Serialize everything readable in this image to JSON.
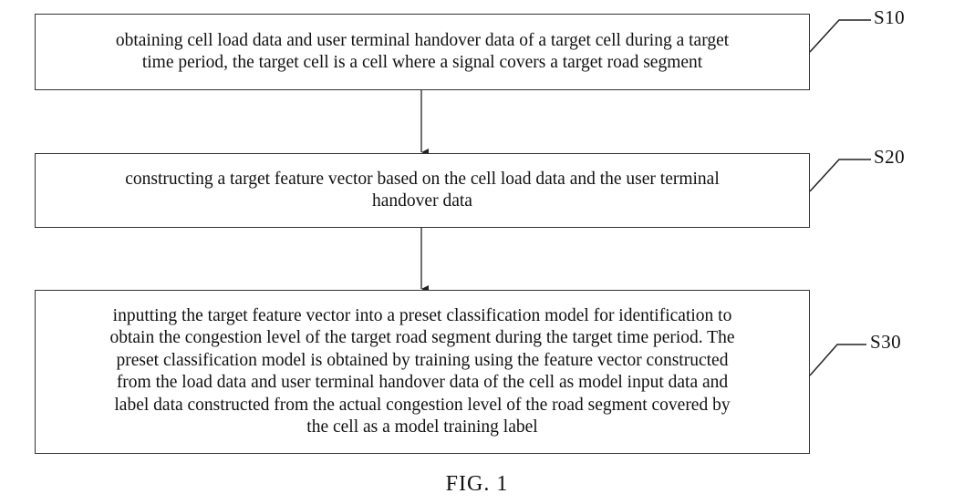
{
  "steps": [
    {
      "label": "S10",
      "text": "obtaining cell load data and user terminal handover data of a target cell during a target\ntime period, the target cell is a cell where a signal covers a target road segment"
    },
    {
      "label": "S20",
      "text": "constructing a target feature vector based on the cell load data and the user terminal\nhandover data"
    },
    {
      "label": "S30",
      "text": "inputting the target feature vector into a preset classification model for identification to\nobtain the congestion level of the target road segment during the target time period. The\npreset classification model is obtained by training using the feature vector constructed\nfrom the load data and user terminal handover data of the cell as model input data and\nlabel data constructed from the actual congestion level of the road segment covered by\nthe cell as a model training label"
    }
  ],
  "caption": "FIG. 1"
}
